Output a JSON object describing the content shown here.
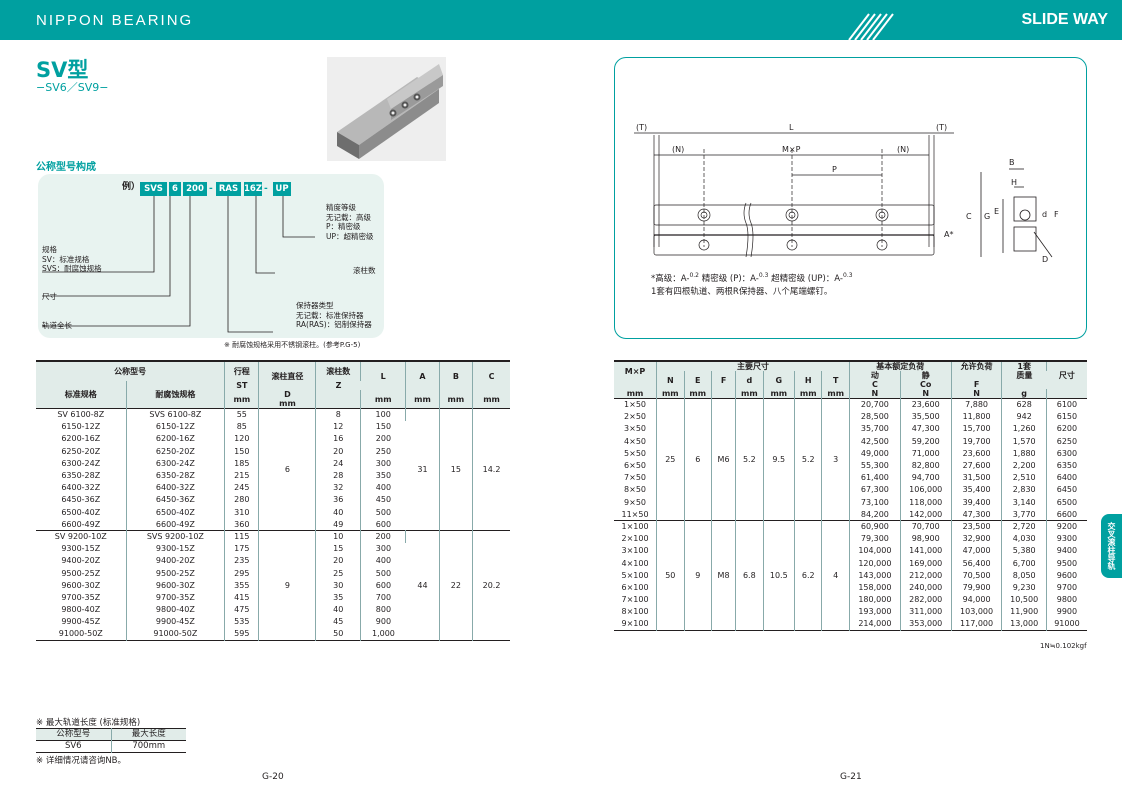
{
  "header": {
    "brand": "NIPPON BEARING",
    "right": "SLIDE WAY"
  },
  "product": {
    "title": "SV型",
    "subtitle": "−SV6／SV9−"
  },
  "composition": {
    "title": "公称型号构成",
    "example_prefix": "例）",
    "codes": [
      "SVS",
      "6",
      "200",
      "RAS",
      "16Z",
      "UP"
    ],
    "dash": "-",
    "precision": [
      "精度等级",
      "无记载：高级",
      "P：精密级",
      "UP：超精密级"
    ],
    "spec": [
      "规格",
      "SV：标准规格",
      "SVS：耐腐蚀规格"
    ],
    "roller_count": "滚柱数",
    "size": "尺寸",
    "retainer": [
      "保持器类型",
      "无记载：标准保持器",
      "RA(RAS)：铝制保持器"
    ],
    "rail_length": "轨道全长",
    "note": "※ 耐腐蚀规格采用不锈钢滚柱。(参考P.G-5)"
  },
  "diagram": {
    "labels": {
      "T_left": "(T)",
      "T_right": "(T)",
      "L": "L",
      "N_left": "(N)",
      "N_right": "(N)",
      "MxP": "M×P",
      "P": "P",
      "B": "B",
      "H": "H",
      "C": "C",
      "G": "G",
      "E": "E",
      "A": "A*",
      "d": "d",
      "F": "F",
      "D": "D"
    },
    "tolerance_line": "*高级：A-0.2  精密级 (P)：A-0.3  超精密级 (UP)：A-0.3",
    "tolerance_parts": {
      "a": "*高级：A-",
      "b": "0.2",
      "c": "  精密级 (P)：A-",
      "d": "0.3",
      "e": "  超精密级 (UP)：A-",
      "f": "0.3"
    },
    "set_note": "1套有四根轨道、两根R保持器、八个尾端螺钉。"
  },
  "left_table": {
    "headers": {
      "nominal": "公称型号",
      "standard": "标准规格",
      "corrosion": "耐腐蚀规格",
      "stroke": "行程",
      "st": "ST",
      "mm": "mm",
      "roller_dia": "滚柱直径",
      "d": "D",
      "roller_count": "滚柱数",
      "z": "Z",
      "L": "L",
      "A": "A",
      "B": "B",
      "C": "C"
    },
    "group1": {
      "D": "6",
      "A": "31",
      "B": "15",
      "C": "14.2",
      "rows": [
        [
          "SV  6100-8Z",
          "SVS  6100-8Z",
          "55",
          "8",
          "100"
        ],
        [
          "6150-12Z",
          "6150-12Z",
          "85",
          "12",
          "150"
        ],
        [
          "6200-16Z",
          "6200-16Z",
          "120",
          "16",
          "200"
        ],
        [
          "6250-20Z",
          "6250-20Z",
          "150",
          "20",
          "250"
        ],
        [
          "6300-24Z",
          "6300-24Z",
          "185",
          "24",
          "300"
        ],
        [
          "6350-28Z",
          "6350-28Z",
          "215",
          "28",
          "350"
        ],
        [
          "6400-32Z",
          "6400-32Z",
          "245",
          "32",
          "400"
        ],
        [
          "6450-36Z",
          "6450-36Z",
          "280",
          "36",
          "450"
        ],
        [
          "6500-40Z",
          "6500-40Z",
          "310",
          "40",
          "500"
        ],
        [
          "6600-49Z",
          "6600-49Z",
          "360",
          "49",
          "600"
        ]
      ]
    },
    "group2": {
      "D": "9",
      "A": "44",
      "B": "22",
      "C": "20.2",
      "rows": [
        [
          "SV  9200-10Z",
          "SVS  9200-10Z",
          "115",
          "10",
          "200"
        ],
        [
          "9300-15Z",
          "9300-15Z",
          "175",
          "15",
          "300"
        ],
        [
          "9400-20Z",
          "9400-20Z",
          "235",
          "20",
          "400"
        ],
        [
          "9500-25Z",
          "9500-25Z",
          "295",
          "25",
          "500"
        ],
        [
          "9600-30Z",
          "9600-30Z",
          "355",
          "30",
          "600"
        ],
        [
          "9700-35Z",
          "9700-35Z",
          "415",
          "35",
          "700"
        ],
        [
          "9800-40Z",
          "9800-40Z",
          "475",
          "40",
          "800"
        ],
        [
          "9900-45Z",
          "9900-45Z",
          "535",
          "45",
          "900"
        ],
        [
          "91000-50Z",
          "91000-50Z",
          "595",
          "50",
          "1,000"
        ]
      ]
    }
  },
  "right_table": {
    "headers": {
      "main_dims": "主要尺寸",
      "mxp": "M×P",
      "N": "N",
      "E": "E",
      "F": "F",
      "d": "d",
      "G": "G",
      "H": "H",
      "T": "T",
      "load": "基本额定负荷",
      "dynamic": "动",
      "static": "静",
      "allow": "允许负荷",
      "set": "1套",
      "mass": "质量",
      "size": "尺寸",
      "C": "C",
      "Co": "Co",
      "Fl": "F",
      "mm": "mm",
      "n": "N",
      "g": "g"
    },
    "group1": {
      "N": "25",
      "E": "6",
      "F": "M6",
      "d": "5.2",
      "G": "9.5",
      "H": "5.2",
      "T": "3",
      "rows": [
        [
          "1×50",
          "20,700",
          "23,600",
          "7,880",
          "628",
          "6100"
        ],
        [
          "2×50",
          "28,500",
          "35,500",
          "11,800",
          "942",
          "6150"
        ],
        [
          "3×50",
          "35,700",
          "47,300",
          "15,700",
          "1,260",
          "6200"
        ],
        [
          "4×50",
          "42,500",
          "59,200",
          "19,700",
          "1,570",
          "6250"
        ],
        [
          "5×50",
          "49,000",
          "71,000",
          "23,600",
          "1,880",
          "6300"
        ],
        [
          "6×50",
          "55,300",
          "82,800",
          "27,600",
          "2,200",
          "6350"
        ],
        [
          "7×50",
          "61,400",
          "94,700",
          "31,500",
          "2,510",
          "6400"
        ],
        [
          "8×50",
          "67,300",
          "106,000",
          "35,400",
          "2,830",
          "6450"
        ],
        [
          "9×50",
          "73,100",
          "118,000",
          "39,400",
          "3,140",
          "6500"
        ],
        [
          "11×50",
          "84,200",
          "142,000",
          "47,300",
          "3,770",
          "6600"
        ]
      ]
    },
    "group2": {
      "N": "50",
      "E": "9",
      "F": "M8",
      "d": "6.8",
      "G": "10.5",
      "H": "6.2",
      "T": "4",
      "rows": [
        [
          "1×100",
          "60,900",
          "70,700",
          "23,500",
          "2,720",
          "9200"
        ],
        [
          "2×100",
          "79,300",
          "98,900",
          "32,900",
          "4,030",
          "9300"
        ],
        [
          "3×100",
          "104,000",
          "141,000",
          "47,000",
          "5,380",
          "9400"
        ],
        [
          "4×100",
          "120,000",
          "169,000",
          "56,400",
          "6,700",
          "9500"
        ],
        [
          "5×100",
          "143,000",
          "212,000",
          "70,500",
          "8,050",
          "9600"
        ],
        [
          "6×100",
          "158,000",
          "240,000",
          "79,900",
          "9,230",
          "9700"
        ],
        [
          "7×100",
          "180,000",
          "282,000",
          "94,000",
          "10,500",
          "9800"
        ],
        [
          "8×100",
          "193,000",
          "311,000",
          "103,000",
          "11,900",
          "9900"
        ],
        [
          "9×100",
          "214,000",
          "353,000",
          "117,000",
          "13,000",
          "91000"
        ]
      ]
    },
    "unit_note": "1N≒0.102kgf"
  },
  "max_length": {
    "title": "※ 最大轨道长度 (标准规格)",
    "col1": "公称型号",
    "col2": "最大长度",
    "model": "SV6",
    "length": "700mm",
    "note": "※ 详细情况请咨询NB。"
  },
  "pages": {
    "left": "G-20",
    "right": "G-21"
  },
  "side_tab": "交叉滚柱导轨",
  "colors": {
    "accent": "#00a0a0",
    "header_fill": "#e1ece9",
    "panel": "#e8f3f0"
  }
}
